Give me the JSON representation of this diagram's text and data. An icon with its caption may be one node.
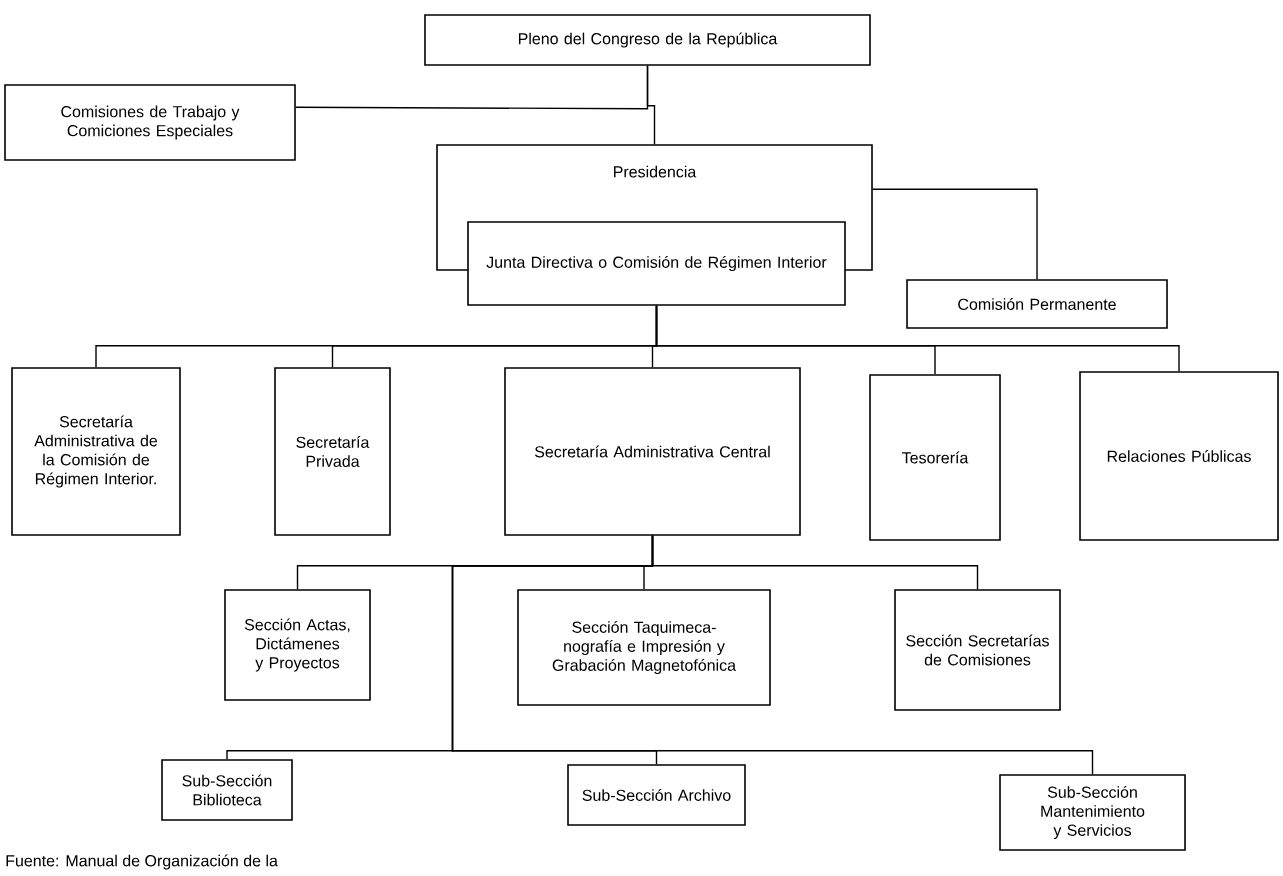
{
  "diagram": {
    "caption": "Fuente: Manual de Organización de la",
    "nodes": [
      {
        "text": [
          "Pleno del Congreso de la República"
        ]
      },
      {
        "text": [
          "Comisiones de Trabajo y Comiciones Especiales"
        ]
      },
      {
        "text": [
          "Presidencia"
        ]
      },
      {
        "text": [
          "Junta Directiva o Comisión de Régimen Interior"
        ]
      },
      {
        "text": [
          "Comisión Permanente"
        ]
      },
      {
        "text": [
          "Secretaría Administrativa de la Comisión de Régimen Interior."
        ]
      },
      {
        "text": [
          "Secretaría Privada"
        ]
      },
      {
        "text": [
          "Secretaría Administrativa Central"
        ]
      },
      {
        "text": [
          "Tesorería"
        ]
      },
      {
        "text": [
          "Relaciones Públicas"
        ]
      },
      {
        "text": [
          "Sección Actas, Dictámenes y Proyectos"
        ]
      },
      {
        "text": [
          "Sección Taquimeca-nografía e Impresión y Grabación Magnetofónica"
        ]
      },
      {
        "text": [
          "Sección Secretarías de Comisiones"
        ]
      },
      {
        "text": [
          "Sub-Sección Biblioteca"
        ]
      },
      {
        "text": [
          "Sub-Sección Archivo"
        ]
      },
      {
        "text": [
          "Sub-Sección Mantenimiento y Servicios"
        ]
      }
    ],
    "edges": [
      {
        "from": 0,
        "to": 2,
        "arrow": "none"
      },
      {
        "from": 0,
        "to": 1,
        "arrow": "none"
      },
      {
        "from": 2,
        "to": 4,
        "arrow": "none"
      },
      {
        "from": 3,
        "to": 5,
        "arrow": "none"
      },
      {
        "from": 3,
        "to": 6,
        "arrow": "none"
      },
      {
        "from": 3,
        "to": 7,
        "arrow": "none"
      },
      {
        "from": 3,
        "to": 8,
        "arrow": "none"
      },
      {
        "from": 3,
        "to": 9,
        "arrow": "none"
      },
      {
        "from": 7,
        "to": 10,
        "arrow": "none"
      },
      {
        "from": 7,
        "to": 11,
        "arrow": "none"
      },
      {
        "from": 7,
        "to": 12,
        "arrow": "none"
      },
      {
        "from": 7,
        "to": 13,
        "arrow": "none"
      },
      {
        "from": 7,
        "to": 14,
        "arrow": "none"
      },
      {
        "from": 7,
        "to": 15,
        "arrow": "none"
      }
    ]
  }
}
